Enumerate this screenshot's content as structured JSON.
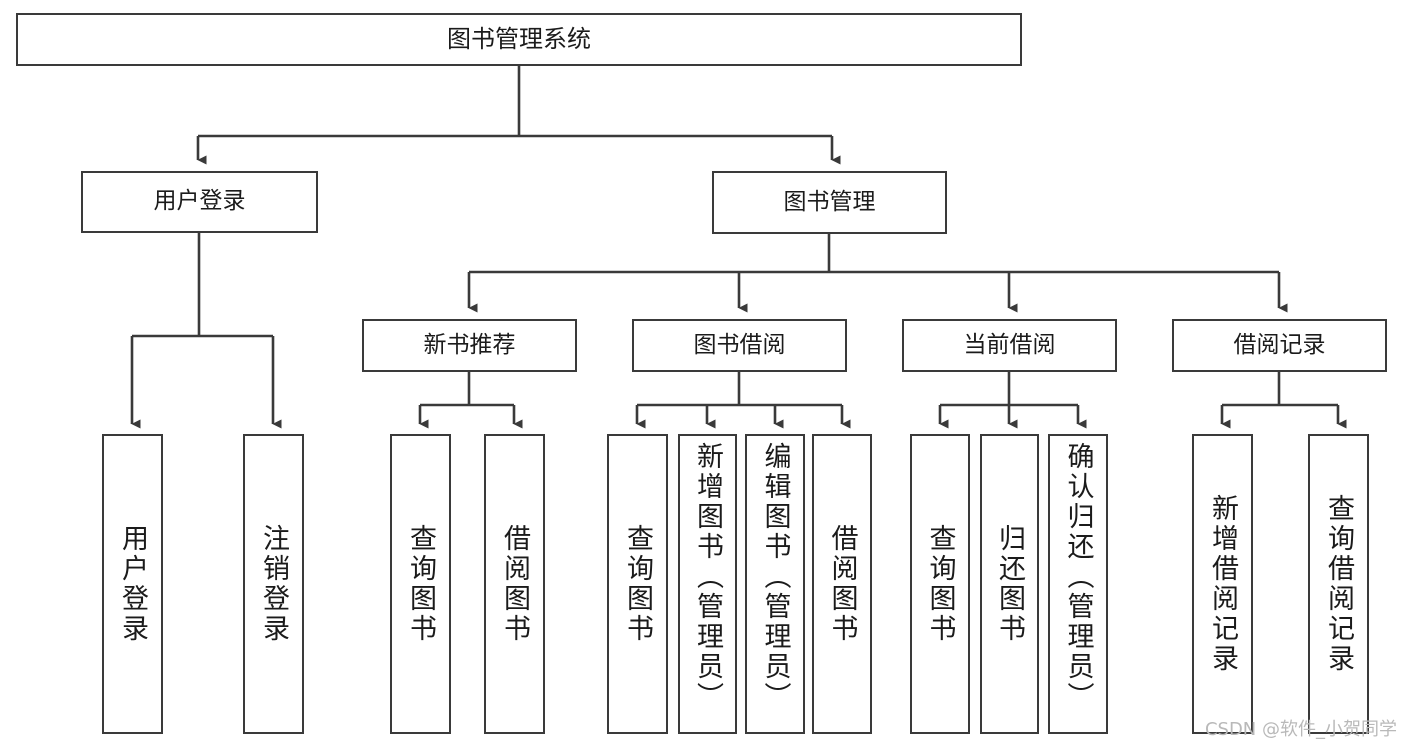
{
  "diagram": {
    "title": "图书管理系统",
    "type": "tree",
    "root": {
      "id": "root",
      "label": "图书管理系统"
    },
    "level2": [
      {
        "id": "user-login",
        "label": "用户登录"
      },
      {
        "id": "book-manage",
        "label": "图书管理"
      }
    ],
    "level3": [
      {
        "id": "new-book-recommend",
        "label": "新书推荐",
        "parent": "book-manage"
      },
      {
        "id": "book-borrow",
        "label": "图书借阅",
        "parent": "book-manage"
      },
      {
        "id": "current-borrow",
        "label": "当前借阅",
        "parent": "book-manage"
      },
      {
        "id": "borrow-record",
        "label": "借阅记录",
        "parent": "book-manage"
      }
    ],
    "leaves": [
      {
        "id": "leaf-user-login",
        "label": "用户登录",
        "parent": "user-login"
      },
      {
        "id": "leaf-user-logout",
        "label": "注销登录",
        "parent": "user-login"
      },
      {
        "id": "leaf-query-book-1",
        "label": "查询图书",
        "parent": "new-book-recommend"
      },
      {
        "id": "leaf-borrow-book-1",
        "label": "借阅图书",
        "parent": "new-book-recommend"
      },
      {
        "id": "leaf-query-book-2",
        "label": "查询图书",
        "parent": "book-borrow"
      },
      {
        "id": "leaf-add-book",
        "label": "新增图书（管理员）",
        "parent": "book-borrow"
      },
      {
        "id": "leaf-edit-book",
        "label": "编辑图书（管理员）",
        "parent": "book-borrow"
      },
      {
        "id": "leaf-borrow-book-2",
        "label": "借阅图书",
        "parent": "book-borrow"
      },
      {
        "id": "leaf-query-book-3",
        "label": "查询图书",
        "parent": "current-borrow"
      },
      {
        "id": "leaf-return-book",
        "label": "归还图书",
        "parent": "current-borrow"
      },
      {
        "id": "leaf-confirm-return",
        "label": "确认归还（管理员）",
        "parent": "current-borrow"
      },
      {
        "id": "leaf-add-record",
        "label": "新增借阅记录",
        "parent": "borrow-record"
      },
      {
        "id": "leaf-query-record",
        "label": "查询借阅记录",
        "parent": "borrow-record"
      }
    ],
    "colors": {
      "box_border": "#3a3a3a",
      "box_fill": "#ffffff",
      "connector": "#3a3a3a",
      "text": "#1b1b1b",
      "watermark": "#b9b9b9",
      "background": "#ffffff"
    }
  },
  "watermark": {
    "text": "CSDN @软件_小贺同学"
  }
}
